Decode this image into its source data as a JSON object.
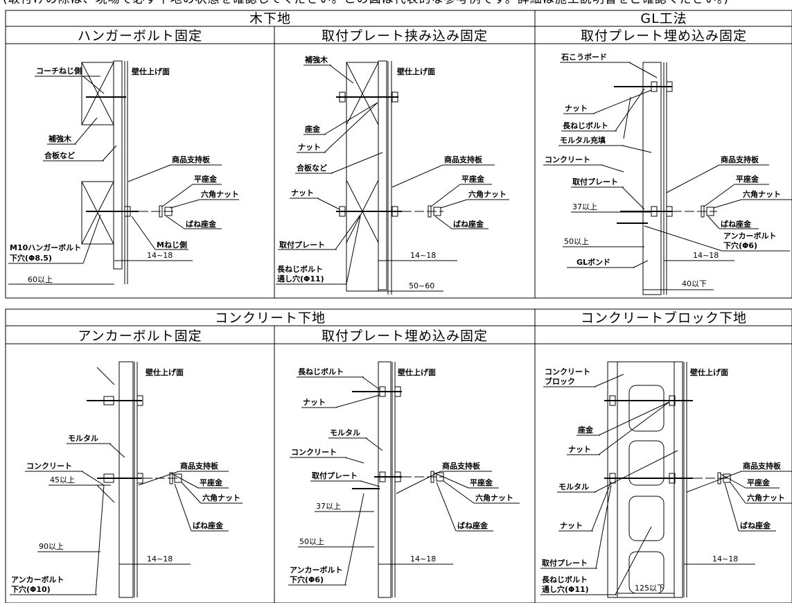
{
  "top_header": {
    "clipped_text": "(取付けの際は、現場で必ず下地の状態を確認してください。この図は代表的な参考例です。詳細は施工説明書をご確認ください。)",
    "wood": "木下地",
    "gl": "GL工法"
  },
  "top_sub": {
    "hanger": "ハンガーボルト固定",
    "plate_sandwich": "取付プレート挟み込み固定",
    "plate_embed_gl": "取付プレート埋め込み固定"
  },
  "bottom_header": {
    "concrete": "コンクリート下地",
    "block": "コンクリートブロック下地"
  },
  "bottom_sub": {
    "anchor": "アンカーボルト固定",
    "plate_embed_conc": "取付プレート埋め込み固定",
    "block_empty": ""
  },
  "panel1": {
    "coach": "コーチねじ側",
    "wall_face": "壁仕上げ面",
    "reinforce": "補強木",
    "plywood": "合板など",
    "support": "商品支持板",
    "washer": "平座金",
    "hexnut": "六角ナット",
    "spring": "ばね座金",
    "m_side": "Mねじ側",
    "hanger_bolt_1": "M10ハンガーボルト",
    "hanger_bolt_2": "下穴(Φ8.5)",
    "dim1": "14~18",
    "dim2": "60以上"
  },
  "panel2": {
    "reinforce": "補強木",
    "wall_face": "壁仕上げ面",
    "zagane": "座金",
    "nut": "ナット",
    "plywood": "合板など",
    "support": "商品支持板",
    "washer": "平座金",
    "nut2": "ナット",
    "hexnut": "六角ナット",
    "spring": "ばね座金",
    "plate": "取付プレート",
    "dim1": "14~18",
    "long_bolt_1": "長ねじボルト",
    "long_bolt_2": "通し穴(Φ11)",
    "dim2": "50~60"
  },
  "panel3": {
    "gypsum": "石こうボード",
    "nut": "ナット",
    "long_bolt": "長ねじボルト",
    "mortar": "モルタル充填",
    "concrete": "コンクリート",
    "support": "商品支持板",
    "washer": "平座金",
    "plate": "取付プレート",
    "hexnut": "六角ナット",
    "d37": "37以上",
    "spring": "ばね座金",
    "anchor_1": "アンカーボルト",
    "anchor_2": "下穴(Φ6)",
    "d50": "50以上",
    "gl_bond": "GLボンド",
    "dim1": "14~18",
    "d40": "40以下"
  },
  "panel4": {
    "wall_face": "壁仕上げ面",
    "mortar": "モルタル",
    "concrete": "コンクリート",
    "support": "商品支持板",
    "washer": "平座金",
    "d45": "45以上",
    "hexnut": "六角ナット",
    "spring": "ばね座金",
    "d90": "90以上",
    "dim1": "14~18",
    "anchor_1": "アンカーボルト",
    "anchor_2": "下穴(Φ10)"
  },
  "panel5": {
    "long_bolt": "長ねじボルト",
    "wall_face": "壁仕上げ面",
    "nut": "ナット",
    "mortar": "モルタル",
    "concrete": "コンクリート",
    "support": "商品支持板",
    "plate": "取付プレート",
    "washer": "平座金",
    "d37": "37以上",
    "hexnut": "六角ナット",
    "spring": "ばね座金",
    "d50": "50以上",
    "dim1": "14~18",
    "anchor_1": "アンカーボルト",
    "anchor_2": "下穴(Φ6)"
  },
  "panel6": {
    "block_1": "コンクリート",
    "block_2": "ブロック",
    "wall_face": "壁仕上げ面",
    "zagane": "座金",
    "nut": "ナット",
    "support": "商品支持板",
    "washer": "平座金",
    "mortar": "モルタル",
    "hexnut": "六角ナット",
    "nut2": "ナット",
    "spring": "ばね座金",
    "plate": "取付プレート",
    "dim1": "14~18",
    "long_bolt_1": "長ねじボルト",
    "long_bolt_2": "通し穴(Φ11)",
    "d125": "125以下"
  }
}
